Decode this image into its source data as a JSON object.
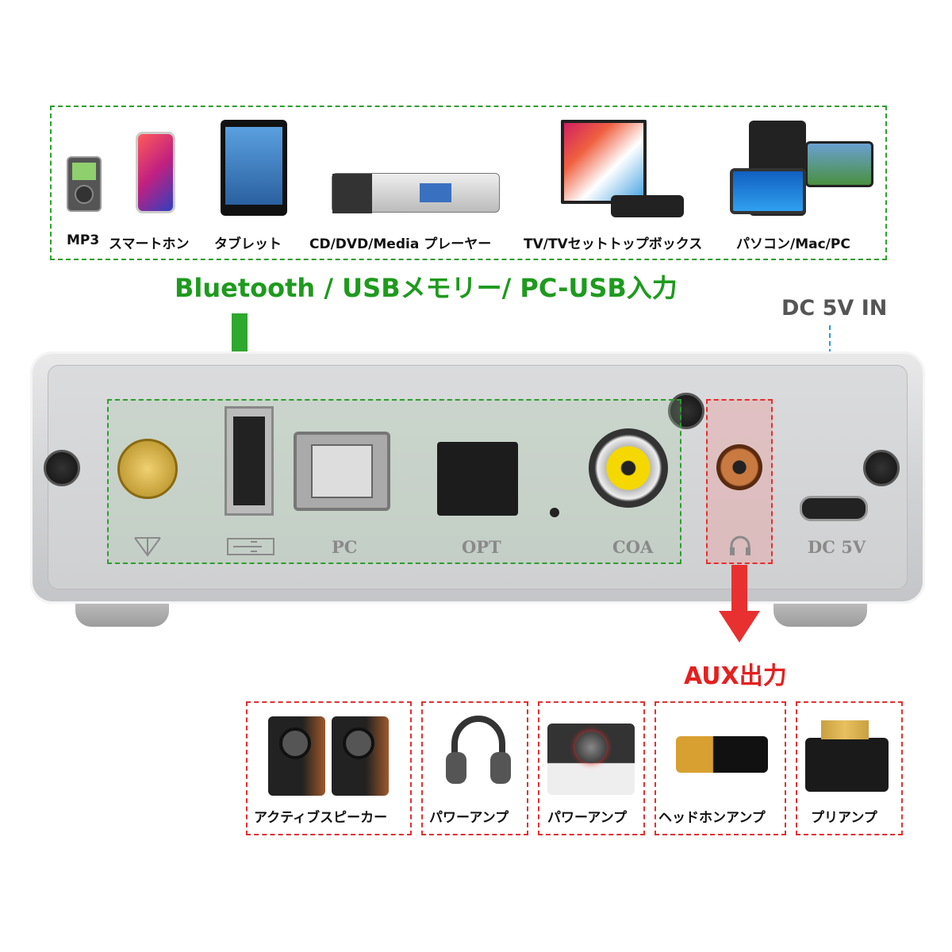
{
  "sources": {
    "items": [
      {
        "label": "MP3",
        "icon": "mp3-player-icon"
      },
      {
        "label": "スマートホン",
        "icon": "smartphone-icon"
      },
      {
        "label": "タブレット",
        "icon": "tablet-icon"
      },
      {
        "label": "CD/DVD/Media プレーヤー",
        "icon": "media-player-icon"
      },
      {
        "label": "TV/TVセットトップボックス",
        "icon": "tv-icon"
      },
      {
        "label": "パソコン/Mac/PC",
        "icon": "pc-icon"
      }
    ]
  },
  "input_title": "Bluetooth / USBメモリー/ PC-USB入力",
  "dc_title": "DC 5V IN",
  "ports": {
    "pc": "PC",
    "opt": "OPT",
    "coa": "COA",
    "dc": "DC 5V"
  },
  "output_title": "AUX出力",
  "outputs": {
    "items": [
      {
        "label": "アクティブスピーカー",
        "icon": "speaker-icon"
      },
      {
        "label": "パワーアンプ",
        "icon": "headphones-icon"
      },
      {
        "label": "パワーアンプ",
        "icon": "amplifier-icon"
      },
      {
        "label": "ヘッドホンアンプ",
        "icon": "headphone-amp-icon"
      },
      {
        "label": "プリアンプ",
        "icon": "preamp-icon"
      }
    ]
  },
  "colors": {
    "green": "#1e9a1e",
    "red": "#e52020",
    "blue": "#2a9ae0"
  }
}
